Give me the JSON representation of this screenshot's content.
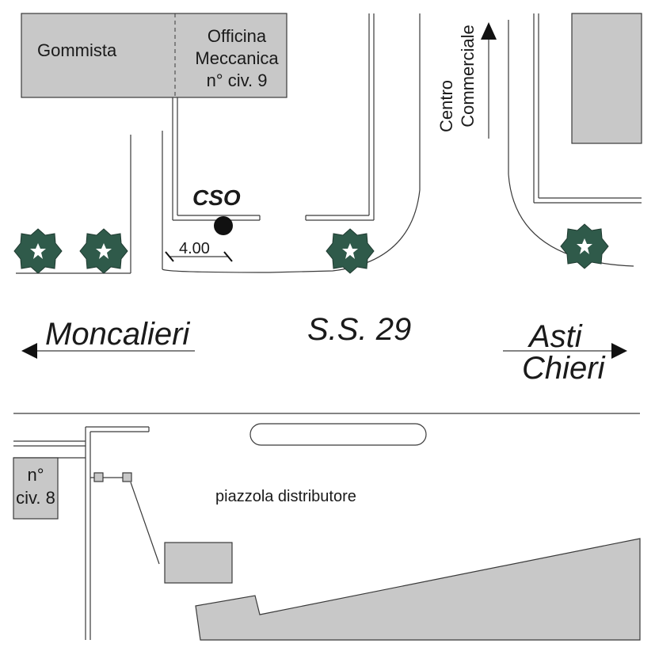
{
  "labels": {
    "gommista": "Gommista",
    "officina_line1": "Officina",
    "officina_line2": "Meccanica",
    "officina_line3": "n° civ. 9",
    "centro_line1": "Centro",
    "centro_line2": "Commerciale",
    "cso": "CSO",
    "dimension": "4.00",
    "moncalieri": "Moncalieri",
    "road_name": "S.S. 29",
    "asti": "Asti",
    "chieri": "Chieri",
    "civ8_line1": "n°",
    "civ8_line2": "civ. 8",
    "piazzola": "piazzola distributore"
  },
  "colors": {
    "building_fill": "#c8c8c8",
    "line": "#3a3a3a",
    "tree_fill": "#2f5a4a",
    "marker": "#111111"
  }
}
